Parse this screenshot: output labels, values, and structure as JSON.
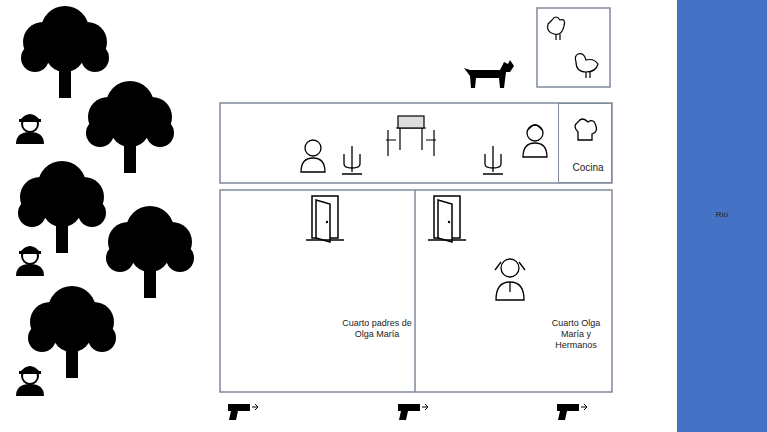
{
  "diagram": {
    "nodes": [
      {
        "text": [
          "Cocina"
        ]
      },
      {
        "text": [
          "Cuarto padres de Olga María"
        ]
      },
      {
        "text": [
          "Cuarto Olga María y Hermanos"
        ]
      },
      {
        "text": [
          "Río"
        ]
      }
    ]
  }
}
